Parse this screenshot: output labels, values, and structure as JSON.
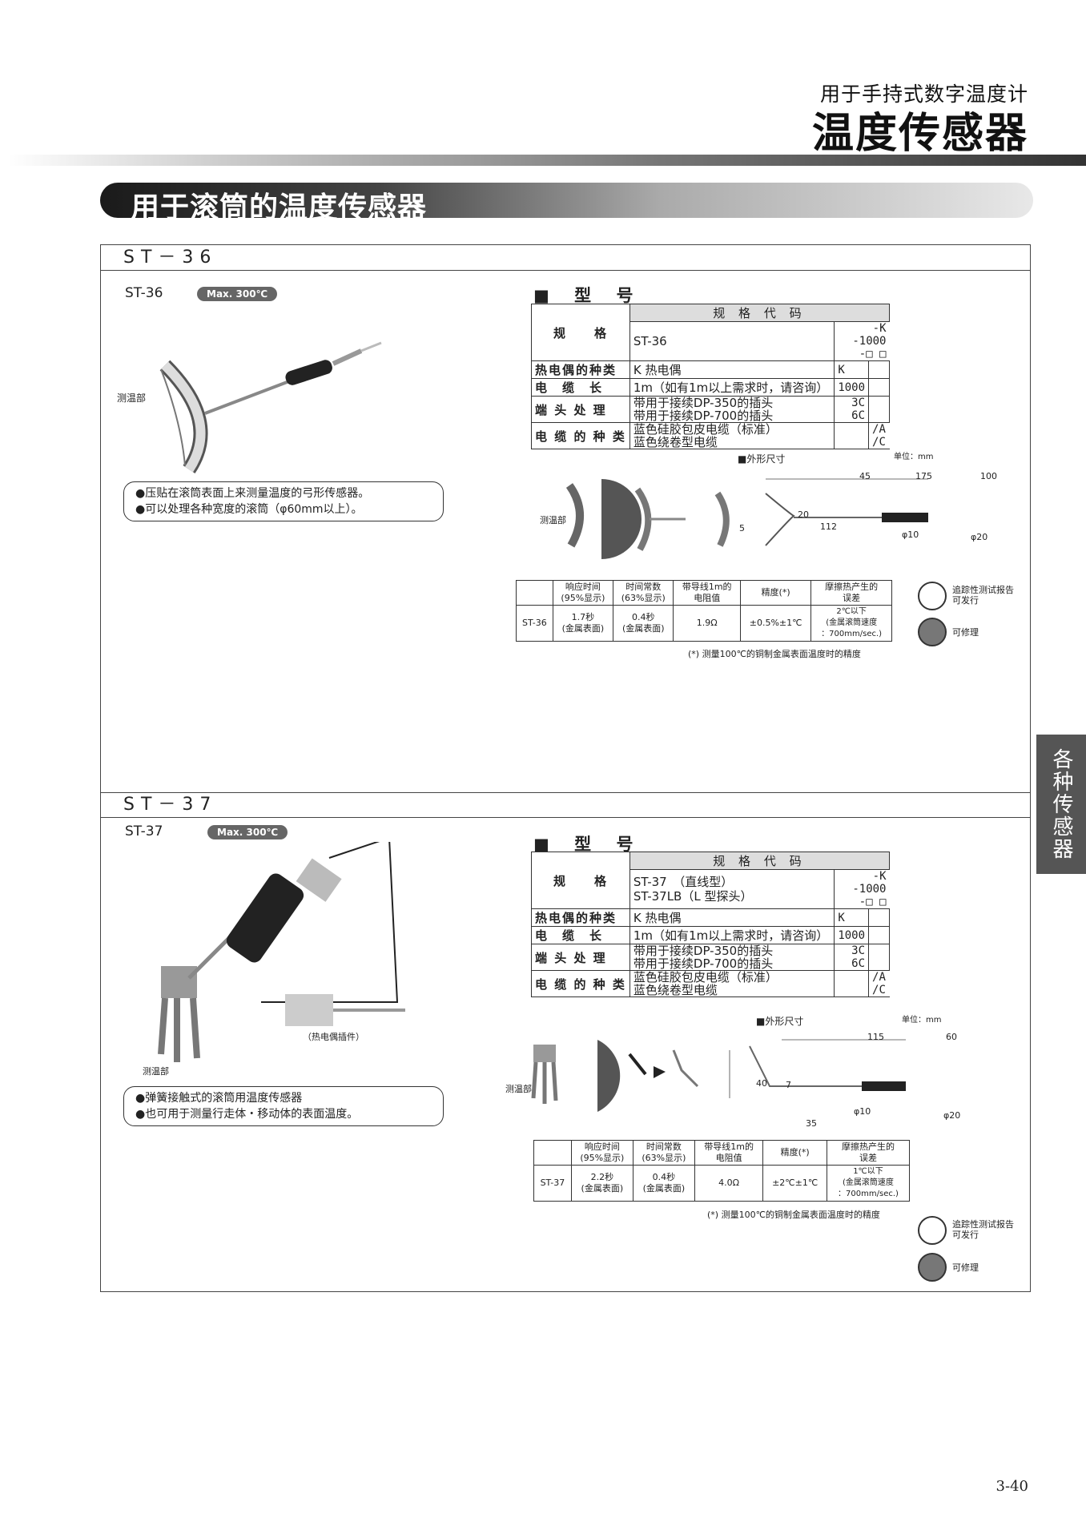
{
  "header": {
    "subtitle": "用于手持式数字温度计",
    "title": "温度传感器"
  },
  "section": {
    "title": "用于滚筒的温度传感器"
  },
  "side_tab": "各种传感器",
  "page_number": "3-40",
  "st36": {
    "header": "ST－36",
    "name": "ST-36",
    "max": "Max. 300℃",
    "probe_label": "测温部",
    "desc": [
      "●压贴在滚筒表面上来测量温度的弓形传感器。",
      "●可以处理各种宽度的滚筒（φ60mm以上）。"
    ],
    "type_title": "■ 型 号",
    "spec": {
      "col_spec": "规　　格",
      "col_code": "规 格 代 码",
      "model": "ST-36",
      "code": "-K -1000 -□ □",
      "rows": [
        {
          "label": "热电偶的种类",
          "value": "K 热电偶",
          "code": "K"
        },
        {
          "label": "电　缆　长",
          "value": "1m（如有1m以上需求时，请咨询）",
          "code": "1000"
        },
        {
          "label": "端 头 处 理",
          "value": "带用于接续DP-350的插头\n带用于接续DP-700的插头",
          "code": "3C\n6C"
        },
        {
          "label": "电 缆 的 种 类",
          "value": "蓝色硅胶包皮电缆（标准）\n蓝色绕卷型电缆",
          "code": "/A\n/C"
        }
      ]
    },
    "dim_title": "■外形尺寸",
    "unit": "单位：mm",
    "dims": {
      "d1": "45",
      "d2": "175",
      "d3": "100",
      "h": "112",
      "w": "20",
      "s": "5",
      "p1": "φ10",
      "p2": "φ20"
    },
    "perf": {
      "headers": [
        "响应时间\n(95%显示)",
        "时间常数\n(63%显示)",
        "带导线1m的\n电阻值",
        "精度(*)",
        "摩擦热产生的\n误差"
      ],
      "row": [
        "ST-36",
        "1.7秒\n(金属表面)",
        "0.4秒\n(金属表面)",
        "1.9Ω",
        "±0.5%±1℃",
        "2℃以下\n(金属滚筒速度\n：700mm/sec.)"
      ]
    },
    "note": "(*) 测量100℃的铜制金属表面温度时的精度",
    "icons": [
      "追踪性测试报告\n可发行",
      "可修理"
    ]
  },
  "st37": {
    "header": "ST－37",
    "name": "ST-37",
    "max": "Max. 300℃",
    "probe_label": "测温部",
    "plug_label": "（热电偶插件）",
    "desc": [
      "●弹簧接触式的滚筒用温度传感器",
      "●也可用于测量行走体・移动体的表面温度。"
    ],
    "type_title": "■ 型 号",
    "spec": {
      "col_spec": "规　　格",
      "col_code": "规 格 代 码",
      "model": "ST-37　（直线型）\nST-37LB（L 型探头）",
      "code": "-K -1000 -□ □",
      "rows": [
        {
          "label": "热电偶的种类",
          "value": "K 热电偶",
          "code": "K"
        },
        {
          "label": "电　缆　长",
          "value": "1m（如有1m以上需求时，请咨询）",
          "code": "1000"
        },
        {
          "label": "端 头 处 理",
          "value": "带用于接续DP-350的插头\n带用于接续DP-700的插头",
          "code": "3C\n6C"
        },
        {
          "label": "电 缆 的 种 类",
          "value": "蓝色硅胶包皮电缆（标准）\n蓝色绕卷型电缆",
          "code": "/A\n/C"
        }
      ]
    },
    "dim_title": "■外形尺寸",
    "unit": "单位：mm",
    "dims": {
      "d1": "115",
      "d2": "60",
      "h": "40",
      "w": "7",
      "b": "35",
      "p1": "φ10",
      "p2": "φ20"
    },
    "perf": {
      "headers": [
        "响应时间\n(95%显示)",
        "时间常数\n(63%显示)",
        "带导线1m的\n电阻值",
        "精度(*)",
        "摩擦热产生的\n误差"
      ],
      "row": [
        "ST-37",
        "2.2秒\n(金属表面)",
        "0.4秒\n(金属表面)",
        "4.0Ω",
        "±2℃±1℃",
        "1℃以下\n(金属滚筒速度\n：700mm/sec.)"
      ]
    },
    "note": "(*) 测量100℃的铜制金属表面温度时的精度",
    "icons": [
      "追踪性测试报告\n可发行",
      "可修理"
    ]
  }
}
